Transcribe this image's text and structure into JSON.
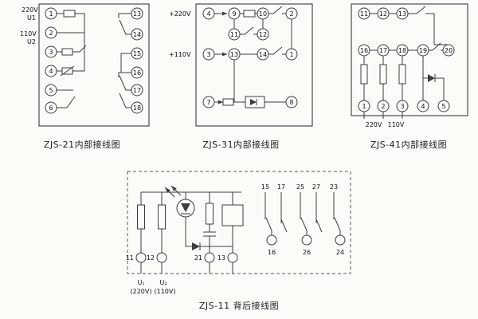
{
  "zjs21": {
    "caption": "ZJS-21内部接线图",
    "u1_voltage": "220V",
    "u1": "U1",
    "u2_voltage": "110V",
    "u2": "U2",
    "left": [
      "1",
      "2",
      "3",
      "4",
      "5",
      "6"
    ],
    "right": [
      "13",
      "14",
      "15",
      "16",
      "17",
      "18"
    ]
  },
  "zjs31": {
    "caption": "ZJS-31内部接线图",
    "v220": "+220V",
    "v110": "+110V",
    "row1": [
      "4",
      "9",
      "10",
      "2"
    ],
    "row2": [
      "11",
      "12"
    ],
    "row3": [
      "3",
      "13",
      "14",
      "1"
    ],
    "row4": [
      "7",
      "8"
    ]
  },
  "zjs41": {
    "caption": "ZJS-41内部接线图",
    "row1": [
      "11",
      "12",
      "13"
    ],
    "row2": [
      "16",
      "17",
      "18",
      "19",
      "20"
    ],
    "row3": [
      "1",
      "2",
      "3",
      "4",
      "5"
    ],
    "v220": "220V",
    "v110": "110V"
  },
  "zjs11": {
    "caption": "ZJS-11 背后接线图",
    "terminals": [
      "11",
      "12",
      "21",
      "13"
    ],
    "u1": "U₁",
    "u1_v": "(220V)",
    "u2": "U₂",
    "u2_v": "(110V)",
    "contacts_top": [
      "15",
      "17",
      "25",
      "27",
      "23"
    ],
    "contacts_bottom": [
      "16",
      "26",
      "24"
    ]
  }
}
